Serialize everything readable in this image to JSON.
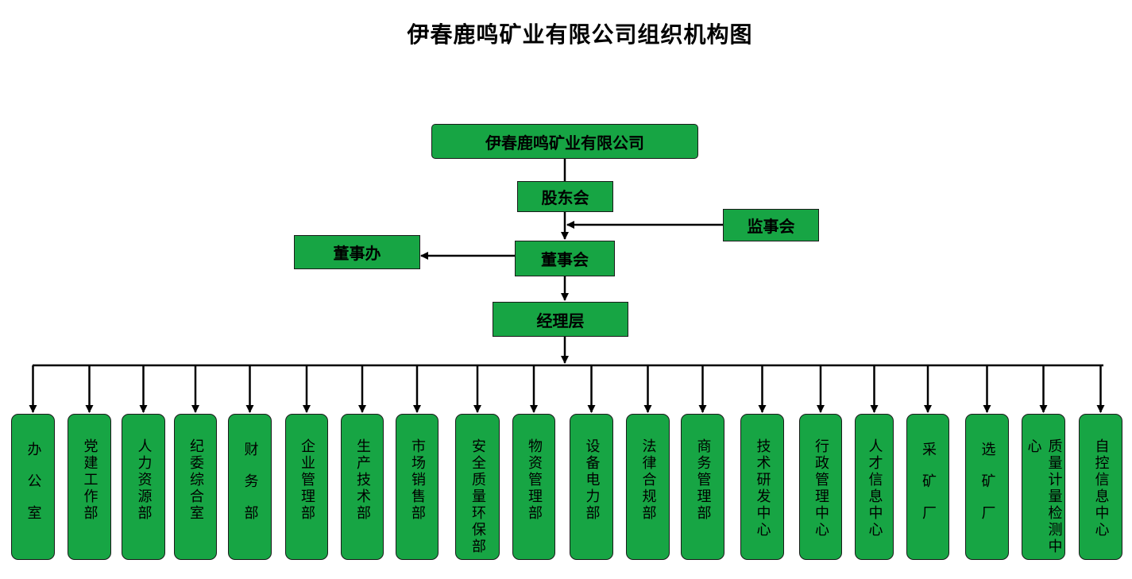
{
  "title": "伊春鹿鸣矿业有限公司组织机构图",
  "nodes": {
    "company": "伊春鹿鸣矿业有限公司",
    "shareholders": "股东会",
    "supervisors": "监事会",
    "board": "董事会",
    "board_office": "董事办",
    "management": "经理层"
  },
  "departments": [
    "办公室",
    "党建工作部",
    "人力资源部",
    "纪委综合室",
    "财务部",
    "企业管理部",
    "生产技术部",
    "市场销售部",
    "安全质量环保部",
    "物资管理部",
    "设备电力部",
    "法律合规部",
    "商务管理部",
    "技术研发中心",
    "行政管理中心",
    "人才信息中心",
    "采矿厂",
    "选矿厂",
    "质量计量检测中心",
    "自控信息中心"
  ],
  "colors": {
    "box_fill": "#17a544",
    "border": "#1a1a1a",
    "line": "#000000"
  }
}
